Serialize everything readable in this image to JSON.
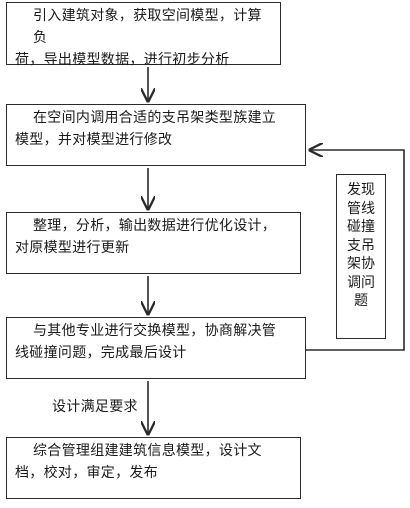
{
  "steps": [
    {
      "line1": "引入建筑对象，获取空间模型，计算负",
      "line2": "荷，导出模型数据，进行初步分析"
    },
    {
      "line1": "在空间内调用合适的支吊架类型族建立",
      "line2": "模型，并对模型进行修改"
    },
    {
      "line1": "整理，分析，输出数据进行优化设计，",
      "line2": "对原模型进行更新"
    },
    {
      "line1": "与其他专业进行交换模型，协商解决管",
      "line2": "线碰撞问题，完成最后设计"
    },
    {
      "line1": "综合管理组建建筑信息模型，设计文",
      "line2": "档，校对，审定，发布"
    }
  ],
  "feedback": {
    "lines": [
      "发现",
      "管线",
      "碰撞",
      "支吊",
      "架协",
      "调问",
      "题"
    ]
  },
  "condition_label": "设计满足要求"
}
